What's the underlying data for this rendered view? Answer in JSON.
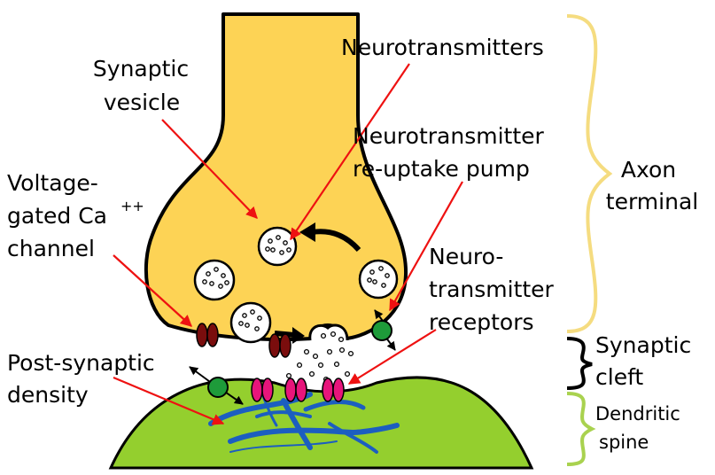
{
  "labels": {
    "neurotransmitters": "Neurotransmitters",
    "synaptic_vesicle": [
      "Synaptic",
      "vesicle"
    ],
    "reuptake_pump": [
      "Neurotransmitter",
      "re-uptake pump"
    ],
    "ca_channel": [
      "Voltage-",
      "gated Ca",
      "channel"
    ],
    "ca_superscript": "++",
    "axon_terminal": [
      "Axon",
      "terminal"
    ],
    "receptors": [
      "Neuro-",
      "transmitter",
      "receptors"
    ],
    "synaptic_cleft": [
      "Synaptic",
      "cleft"
    ],
    "post_synaptic_density": [
      "Post-synaptic",
      "density"
    ],
    "dendritic_spine": [
      "Dendritic",
      "spine"
    ]
  },
  "colors": {
    "axon_fill": "#fdd355",
    "spine_fill": "#94cf2e",
    "outline": "#000000",
    "pointer_arrow": "#ee1111",
    "ca_channel": "#7a0d0d",
    "receptor": "#e7157b",
    "pump": "#1e9b3a",
    "density_fibers": "#1c5ec0",
    "vesicle": "#ffffff",
    "axon_brace": "#f5dc80",
    "spine_brace": "#a9d24f"
  }
}
